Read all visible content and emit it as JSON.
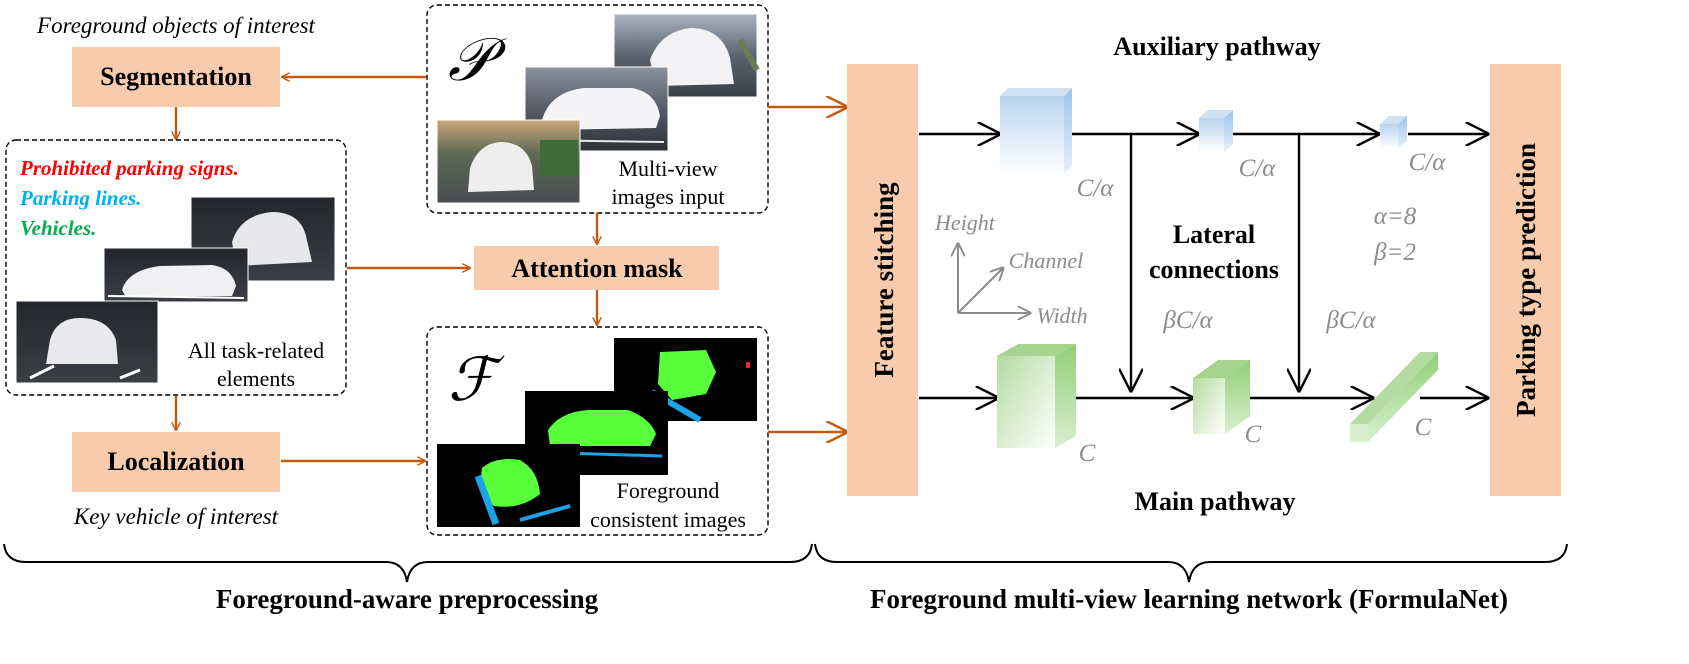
{
  "left": {
    "foreground_caption": "Foreground objects of interest",
    "segmentation": "Segmentation",
    "legend": {
      "prohibited": "Prohibited parking signs.",
      "parking_lines": "Parking lines.",
      "vehicles": "Vehicles."
    },
    "task_caption_1": "All task-related",
    "task_caption_2": "elements",
    "localization": "Localization",
    "key_vehicle_caption": "Key vehicle of interest"
  },
  "middle": {
    "p_symbol": "𝒫",
    "multiview_1": "Multi-view",
    "multiview_2": "images input",
    "attention_mask": "Attention mask",
    "f_symbol": "ℱ",
    "foreground_1": "Foreground",
    "foreground_2": "consistent images"
  },
  "right": {
    "feature_stitching": "Feature stitching",
    "auxiliary": "Auxiliary pathway",
    "main": "Main pathway",
    "prediction": "Parking type prediction",
    "lateral_1": "Lateral",
    "lateral_2": "connections",
    "height": "Height",
    "channel": "Channel",
    "width": "Width",
    "c_alpha": "C/α",
    "c": "C",
    "beta_c_alpha": "βC/α",
    "alpha_eq": "α=8",
    "beta_eq": "β=2"
  },
  "bottom": {
    "left_title": "Foreground-aware preprocessing",
    "right_title": "Foreground multi-view learning network (FormulaNet)"
  },
  "colors": {
    "box_fill": "#f8cbad",
    "arrow_orange": "#c55a11",
    "red": "#ff0000",
    "blue": "#00b0f0",
    "green": "#00b050",
    "gray": "#8c8c8c",
    "green_fill": "#59ff3a",
    "cyan_line": "#1aa3e8"
  }
}
